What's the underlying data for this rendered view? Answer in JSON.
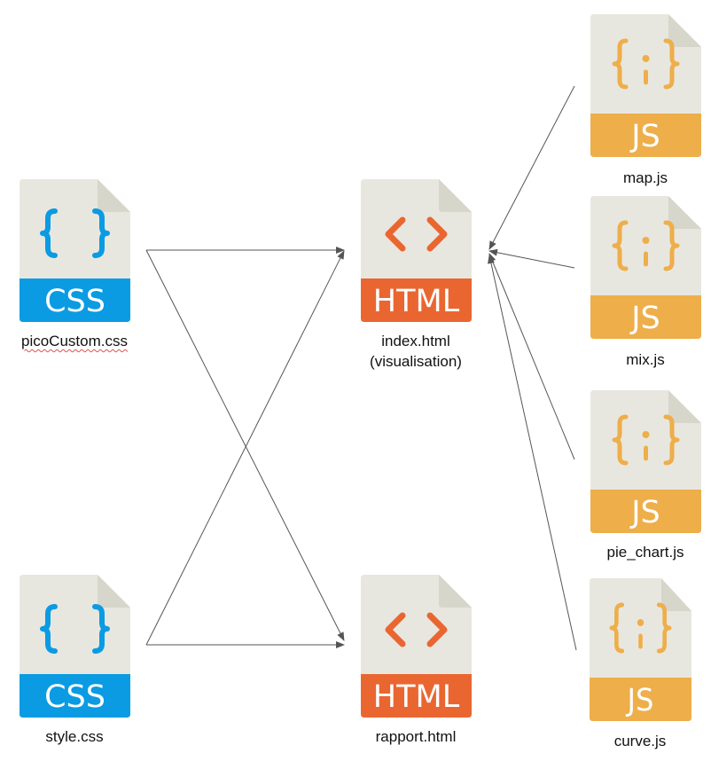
{
  "files": {
    "pico": {
      "name": "picoCustom.css",
      "type": "CSS"
    },
    "style": {
      "name": "style.css",
      "type": "CSS"
    },
    "index": {
      "name": "index.html",
      "subtitle": "(visualisation)",
      "type": "HTML"
    },
    "rapport": {
      "name": "rapport.html",
      "type": "HTML"
    },
    "map": {
      "name": "map.js",
      "type": "JS"
    },
    "mix": {
      "name": "mix.js",
      "type": "JS"
    },
    "pie": {
      "name": "pie_chart.js",
      "type": "JS"
    },
    "curve": {
      "name": "curve.js",
      "type": "JS"
    }
  },
  "colors": {
    "css": "#0A9BE3",
    "html": "#EA6631",
    "js": "#EEAE4A",
    "paper": "#E8E7DF",
    "fold": "#D7D6CA",
    "arrow": "#555555"
  }
}
